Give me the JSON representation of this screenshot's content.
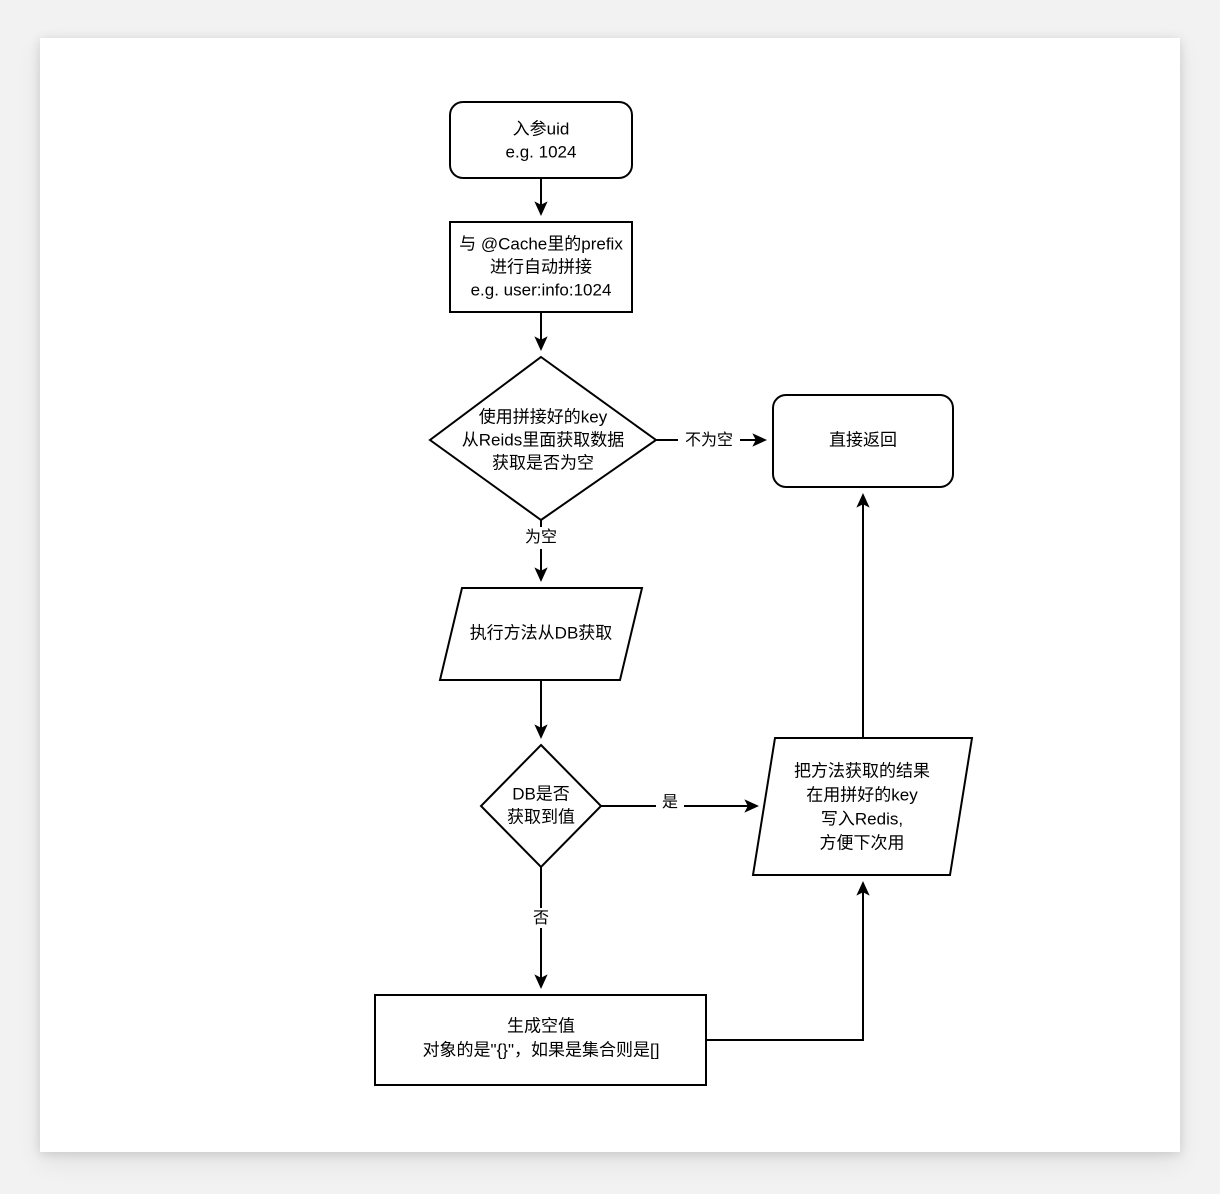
{
  "diagram": {
    "type": "flowchart",
    "title_visible": false,
    "background_color": "#f2f2f2",
    "canvas_color": "#ffffff",
    "stroke_color": "#000000",
    "text_color": "#000000",
    "nodes": [
      {
        "id": "start",
        "shape": "rounded-rectangle",
        "lines": [
          "入参uid",
          "e.g. 1024"
        ]
      },
      {
        "id": "concat",
        "shape": "rectangle",
        "lines": [
          "与 @Cache里的prefix",
          "进行自动拼接",
          "e.g. user:info:1024"
        ]
      },
      {
        "id": "redis-check",
        "shape": "diamond",
        "lines": [
          "使用拼接好的key",
          "从Reids里面获取数据",
          "获取是否为空"
        ]
      },
      {
        "id": "return-direct",
        "shape": "rounded-rectangle",
        "lines": [
          "直接返回"
        ]
      },
      {
        "id": "db-fetch",
        "shape": "parallelogram",
        "lines": [
          "执行方法从DB获取"
        ]
      },
      {
        "id": "db-check",
        "shape": "diamond",
        "lines": [
          "DB是否",
          "获取到值"
        ]
      },
      {
        "id": "write-redis",
        "shape": "parallelogram",
        "lines": [
          "把方法获取的结果",
          "在用拼好的key",
          "写入Redis,",
          "方便下次用"
        ]
      },
      {
        "id": "empty-value",
        "shape": "rectangle",
        "lines": [
          "生成空值",
          "对象的是\"{}\"，如果是集合则是[]"
        ]
      }
    ],
    "edges": [
      {
        "id": "e1",
        "from": "start",
        "to": "concat",
        "label": ""
      },
      {
        "id": "e2",
        "from": "concat",
        "to": "redis-check",
        "label": ""
      },
      {
        "id": "e3",
        "from": "redis-check",
        "to": "return-direct",
        "label": "不为空"
      },
      {
        "id": "e4",
        "from": "redis-check",
        "to": "db-fetch",
        "label": "为空"
      },
      {
        "id": "e5",
        "from": "db-fetch",
        "to": "db-check",
        "label": ""
      },
      {
        "id": "e6",
        "from": "db-check",
        "to": "write-redis",
        "label": "是"
      },
      {
        "id": "e7",
        "from": "db-check",
        "to": "empty-value",
        "label": "否"
      },
      {
        "id": "e8",
        "from": "empty-value",
        "to": "write-redis",
        "label": ""
      },
      {
        "id": "e9",
        "from": "write-redis",
        "to": "return-direct",
        "label": ""
      }
    ]
  }
}
